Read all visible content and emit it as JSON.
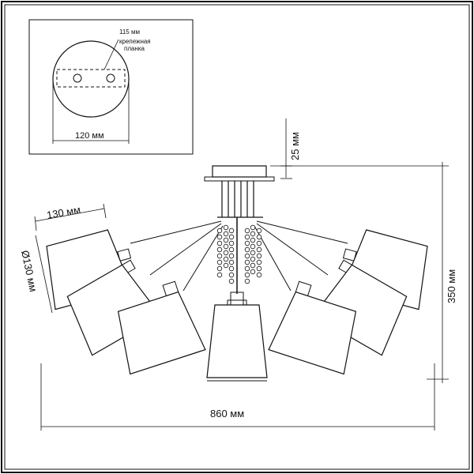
{
  "inset": {
    "plate_length": "115 мм",
    "bracket_label_line1": "крепежная",
    "bracket_label_line2": "планка",
    "base_diameter": "120 мм"
  },
  "dimensions": {
    "canopy_height": "25 мм",
    "shade_height": "130 мм",
    "shade_diameter": "Ø130 мм",
    "overall_width": "860 мм",
    "overall_height": "350 мм"
  }
}
